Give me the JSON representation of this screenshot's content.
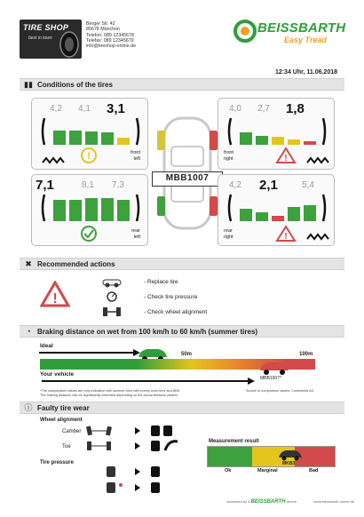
{
  "shop": {
    "name": "TIRE SHOP",
    "tagline": "best in town",
    "address_lines": [
      "Berger Str. 42",
      "85678 München",
      "Telefon: 089 12345678",
      "Telefax: 089 12345679",
      "info@tireshop-online.de"
    ]
  },
  "brand": {
    "name": "BEISSBARTH",
    "sub": "Easy Tread",
    "green": "#2f9e3a",
    "orange": "#f0a020"
  },
  "datetime": "12:34 Uhr, 11.06.2018",
  "conditions": {
    "title": "Conditions of the tires",
    "plate": "MBB1007",
    "front_left": {
      "values": [
        "4,2",
        "4,1",
        "3,1"
      ],
      "position": [
        "front",
        "left"
      ],
      "status": "warning"
    },
    "front_right": {
      "values": [
        "4,0",
        "2,7",
        "1,8"
      ],
      "position": [
        "front",
        "right"
      ],
      "status": "danger"
    },
    "rear_left": {
      "values": [
        "7,1",
        "8,1",
        "7,3"
      ],
      "position": [
        "rear",
        "left"
      ],
      "status": "ok"
    },
    "rear_right": {
      "values": [
        "4,2",
        "2,1",
        "5,4"
      ],
      "position": [
        "rear",
        "right"
      ],
      "status": "danger"
    }
  },
  "actions": {
    "title": "Recommended actions",
    "items": [
      "- Replace tire",
      "- Check tire pressure",
      "- Check wheel alignment"
    ]
  },
  "braking": {
    "title": "Braking distance on wet from 100 km/h to 60 km/h (summer tires)",
    "ideal_label": "Ideal",
    "your_label": "Your vehicle",
    "ideal_distance": "50m",
    "your_distance": "100m",
    "plate_marker": "MBB1007*",
    "note1": "*The comparative values are only indicative with summer tires with evenly worn tires and ABS.",
    "note2": "The braking distance can be significantly extended depending on the actual abrasion pattern.",
    "source": "Source of comparison values: Continental AG"
  },
  "wear": {
    "title": "Faulty tire wear",
    "alignment_title": "Wheel alignment",
    "camber": "Camber",
    "toe": "Toe",
    "pressure_title": "Tire pressure",
    "result_title": "Measurement result",
    "labels": [
      "Ok",
      "Marginal",
      "Bad"
    ],
    "plate_marker": "MKB3"
  },
  "footer": {
    "text": "measured by a",
    "brand": "BEISSBARTH",
    "device": "device",
    "url": "www.beissbarth-online.de"
  }
}
